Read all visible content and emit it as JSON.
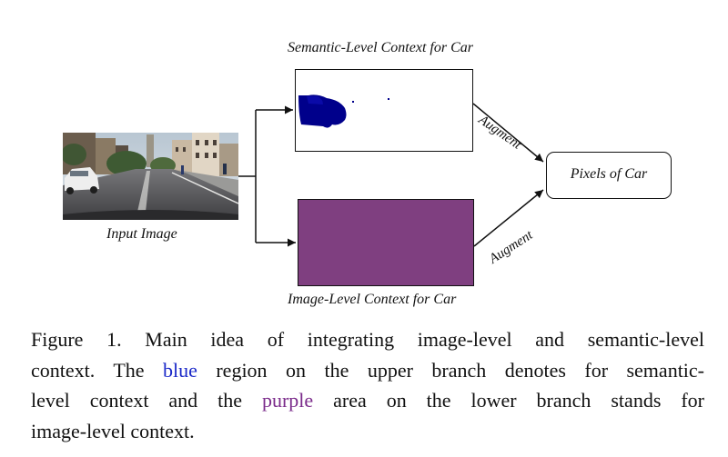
{
  "figure": {
    "semantic_label": "Semantic-Level Context for Car",
    "image_label": "Image-Level Context for Car",
    "input_label": "Input Image",
    "output_label": "Pixels of Car",
    "augment_top": "Augment",
    "augment_bottom": "Augment",
    "colors": {
      "semantic_region": "#00008b",
      "image_region": "#7f3f80",
      "caption_blue": "#1a28c8",
      "caption_purple": "#7a2a8a"
    }
  },
  "caption": {
    "l1": "Figure 1.  Main idea of integrating image-level and semantic-level",
    "l2a": "context. The ",
    "l2_blue": "blue",
    "l2b": " region on the upper branch denotes for semantic-",
    "l3a": "level context and the ",
    "l3_purple": "purple",
    "l3b": " area on the lower branch stands for",
    "l4": "image-level context."
  }
}
